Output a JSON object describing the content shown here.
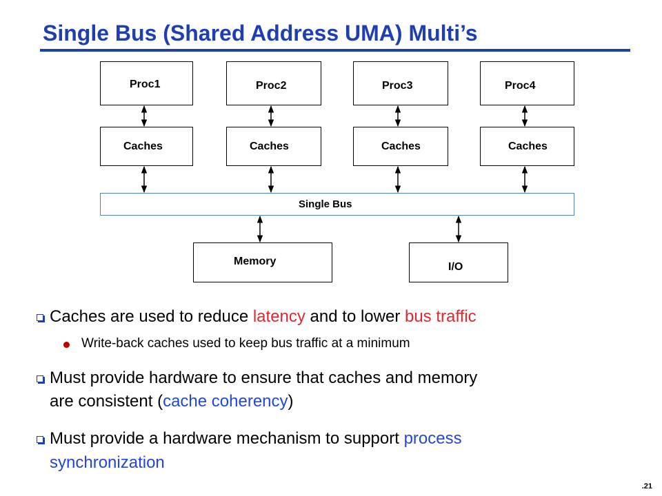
{
  "title": "Single Bus (Shared Address UMA) Multi’s",
  "diagram": {
    "processors": [
      "Proc1",
      "Proc2",
      "Proc3",
      "Proc4"
    ],
    "caches": [
      "Caches",
      "Caches",
      "Caches",
      "Caches"
    ],
    "bus": "Single Bus",
    "memory": "Memory",
    "io": "I/O"
  },
  "bullets": {
    "b1": {
      "part1": "Caches are used to reduce ",
      "hl1": "latency",
      "part2": " and to lower ",
      "hl2": "bus traffic"
    },
    "b1_sub": "Write-back caches used to keep bus traffic at a minimum",
    "b2": {
      "line1": "Must provide hardware to ensure that caches and memory",
      "part1": "are consistent (",
      "hl": "cache coherency",
      "part2": ")"
    },
    "b3": {
      "part1": "Must provide a hardware mechanism to support ",
      "hl1": "process",
      "hl2": "synchronization"
    }
  },
  "slide_number": ".21",
  "colors": {
    "title": "#1f3fb0",
    "red_highlight": "#e3262e",
    "blue_highlight": "#2346d6"
  }
}
